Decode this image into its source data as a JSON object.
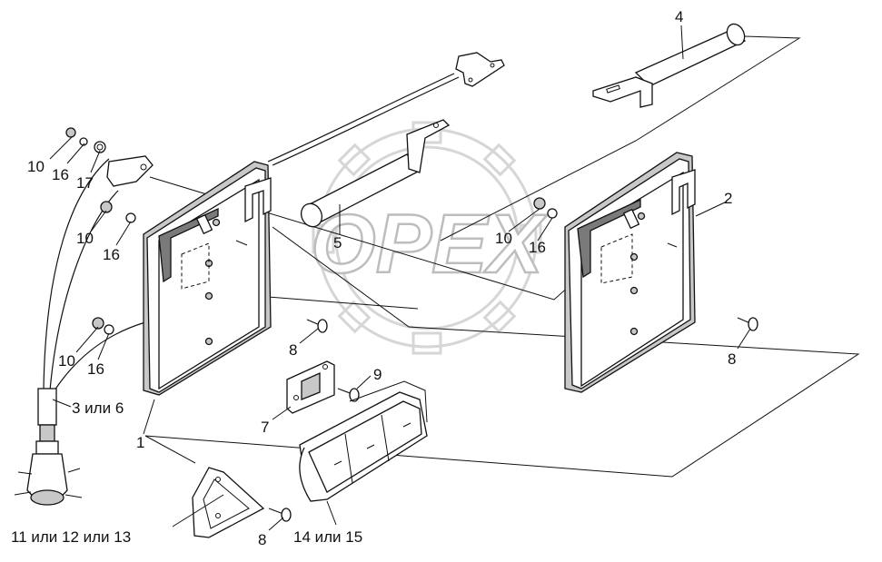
{
  "labels": {
    "l4": "4",
    "l10a": "10",
    "l16a": "16",
    "l17": "17",
    "l10b": "10",
    "l16b": "16",
    "l10c": "10",
    "l16c": "16",
    "l3or6": "3 или 6",
    "l1": "1",
    "l5": "5",
    "l8a": "8",
    "l9": "9",
    "l7": "7",
    "l10d": "10",
    "l16d": "16",
    "l2": "2",
    "l8b": "8",
    "l11": "11 или 12 или 13",
    "l8c": "8",
    "l14": "14 или 15"
  },
  "watermark": "OPEX"
}
